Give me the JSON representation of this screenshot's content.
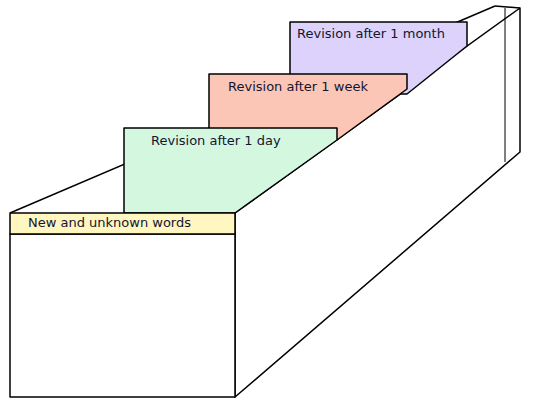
{
  "diagram": {
    "nodes": [
      {
        "text": [
          "Revision after 1 month"
        ]
      },
      {
        "text": [
          "Revision after 1 week"
        ]
      },
      {
        "text": [
          "Revision after 1 day"
        ]
      },
      {
        "text": [
          "New and unknown words"
        ]
      }
    ]
  }
}
